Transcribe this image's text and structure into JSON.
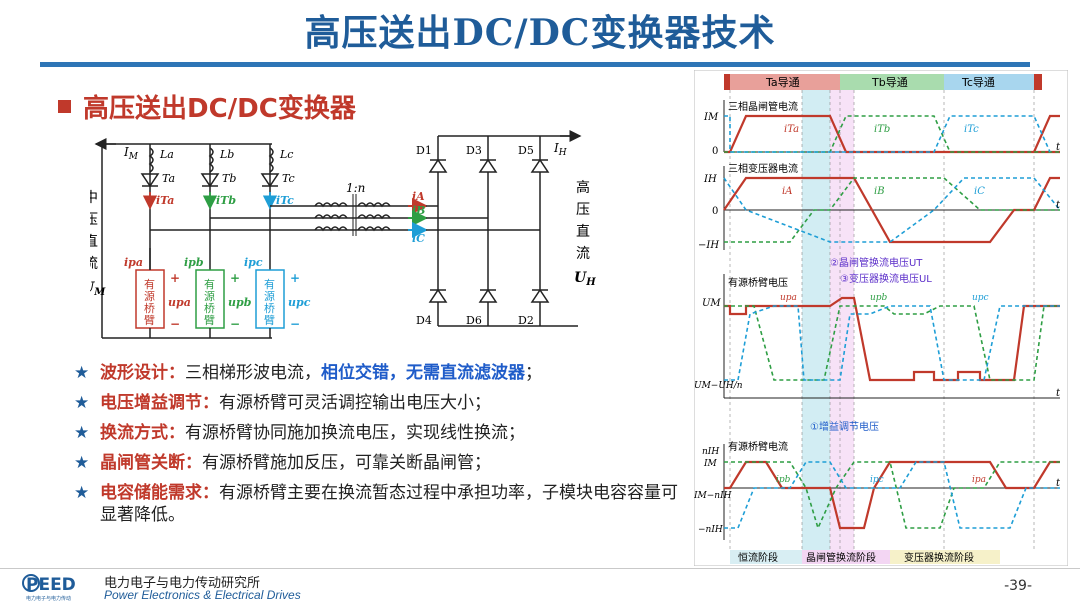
{
  "slide": {
    "title": "高压送出DC/DC变换器技术",
    "subtitle": "高压送出DC/DC变换器",
    "page_number": "-39-"
  },
  "circuit": {
    "left_side": [
      "中",
      "压",
      "直",
      "流"
    ],
    "left_symbol": "U",
    "left_symbol_sub": "M",
    "right_side": [
      "高",
      "压",
      "直",
      "流"
    ],
    "right_symbol": "U",
    "right_symbol_sub": "H",
    "input_current": "I",
    "input_current_sub": "M",
    "output_current": "I",
    "output_current_sub": "H",
    "inductors": [
      "La",
      "Lb",
      "Lc"
    ],
    "thyristors": [
      "Ta",
      "Tb",
      "Tc"
    ],
    "thyristor_currents": [
      "iTa",
      "iTb",
      "iTc"
    ],
    "phase_currents": [
      "iA",
      "iB",
      "iC"
    ],
    "bridge_currents": [
      "ipa",
      "ipb",
      "ipc"
    ],
    "bridge_voltages": [
      "upa",
      "upb",
      "upc"
    ],
    "bridge_label": [
      "有",
      "源",
      "桥",
      "臂"
    ],
    "transformer_ratio": "1:n",
    "diodes_top": [
      "D1",
      "D3",
      "D5"
    ],
    "diodes_bottom": [
      "D4",
      "D6",
      "D2"
    ],
    "colors": {
      "phase_a": "#c0392b",
      "phase_b": "#2e9e44",
      "phase_c": "#1e9ed6"
    }
  },
  "bullets": [
    {
      "label": "波形设计：",
      "text": "三相梯形波电流，",
      "highlight": "相位交错，无需直流滤波器",
      "tail": "；"
    },
    {
      "label": "电压增益调节：",
      "text": "有源桥臂可灵活调控输出电压大小；",
      "highlight": "",
      "tail": ""
    },
    {
      "label": "换流方式：",
      "text": "有源桥臂协同施加换流电压，实现线性换流；",
      "highlight": "",
      "tail": ""
    },
    {
      "label": "晶闸管关断：",
      "text": "有源桥臂施加反压，可靠关断晶闸管；",
      "highlight": "",
      "tail": ""
    },
    {
      "label": "电容储能需求：",
      "text": "有源桥臂主要在换流暂态过程中承担功率，子模块电容容量可显著降低。",
      "highlight": "",
      "tail": ""
    }
  ],
  "waveform": {
    "conduction": [
      "Ta导通",
      "Tb导通",
      "Tc导通"
    ],
    "panel1_title": "三相晶闸管电流",
    "panel1_y": [
      "IM",
      "0"
    ],
    "panel1_curves": [
      "iTa",
      "iTb",
      "iTc"
    ],
    "panel2_title": "三相变压器电流",
    "panel2_y": [
      "IH",
      "0",
      "−IH"
    ],
    "panel2_curves": [
      "iA",
      "iB",
      "iC"
    ],
    "panel3_title": "有源桥臂电压",
    "panel3_y": [
      "UM",
      "UM−UH/n"
    ],
    "panel3_curves": [
      "upa",
      "upb",
      "upc"
    ],
    "annotation_ut": "②晶闸管换流电压UT",
    "annotation_ul": "③变压器换流电压UL",
    "annotation_gain": "①增益调节电压",
    "panel4_title": "有源桥臂电流",
    "panel4_y": [
      "nIH",
      "IM",
      "IM−nIH",
      "−nIH"
    ],
    "panel4_curves": [
      "ipb",
      "ipc",
      "ipa"
    ],
    "axis_t": "t",
    "stages": [
      "恒流阶段",
      "晶闸管换流阶段",
      "变压器换流阶段"
    ]
  },
  "footer": {
    "logo_text": "PEED",
    "logo_sub": "电力电子与电力传动",
    "org_cn": "电力电子与电力传动研究所",
    "org_en": "Power Electronics & Electrical Drives"
  }
}
